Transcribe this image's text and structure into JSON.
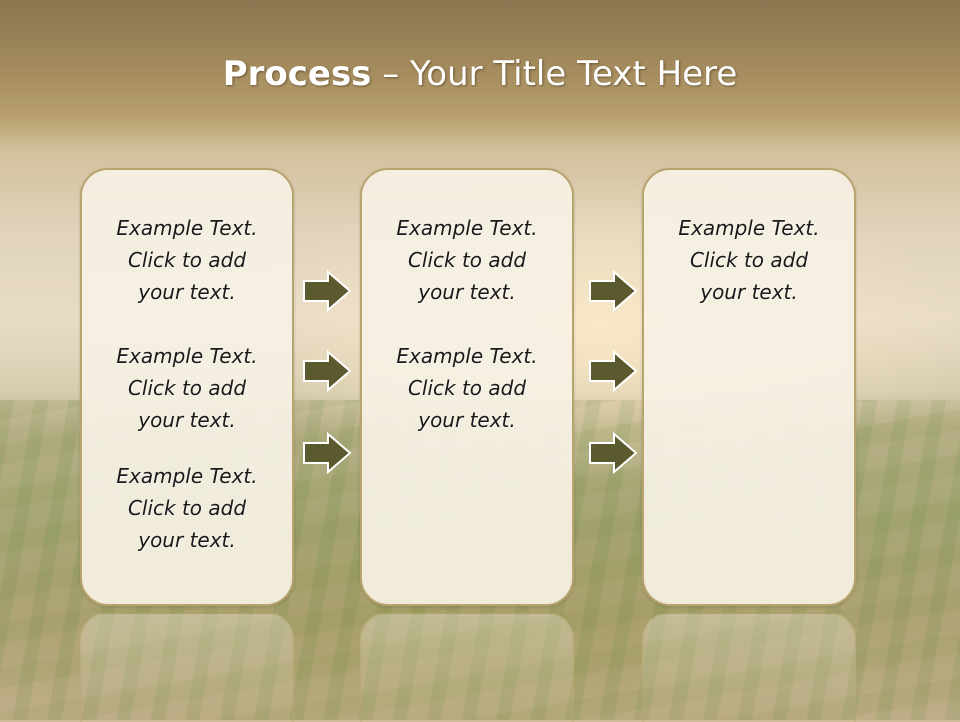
{
  "title": {
    "bold": "Process",
    "rest": " – Your Title Text Here"
  },
  "panels": [
    {
      "blocks": [
        {
          "line1": "Example Text.",
          "line2": "Click  to add",
          "line3": "your text."
        },
        {
          "line1": "Example Text.",
          "line2": "Click  to add",
          "line3": "your text."
        },
        {
          "line1": "Example Text.",
          "line2": "Click  to add",
          "line3": "your text."
        }
      ]
    },
    {
      "blocks": [
        {
          "line1": "Example Text.",
          "line2": "Click  to add",
          "line3": "your text."
        },
        {
          "line1": "Example Text.",
          "line2": "Click  to add",
          "line3": "your text."
        }
      ]
    },
    {
      "blocks": [
        {
          "line1": "Example Text.",
          "line2": "Click  to add",
          "line3": "your text."
        }
      ]
    }
  ],
  "arrows": {
    "count_per_gap": 3,
    "fill": "#5b5a2e",
    "stroke": "#ffffff",
    "icon": "right-arrow-icon"
  },
  "colors": {
    "panel_border": "#b9a36f",
    "panel_fill": "#f6f1e4",
    "title_text": "#ffffff"
  }
}
